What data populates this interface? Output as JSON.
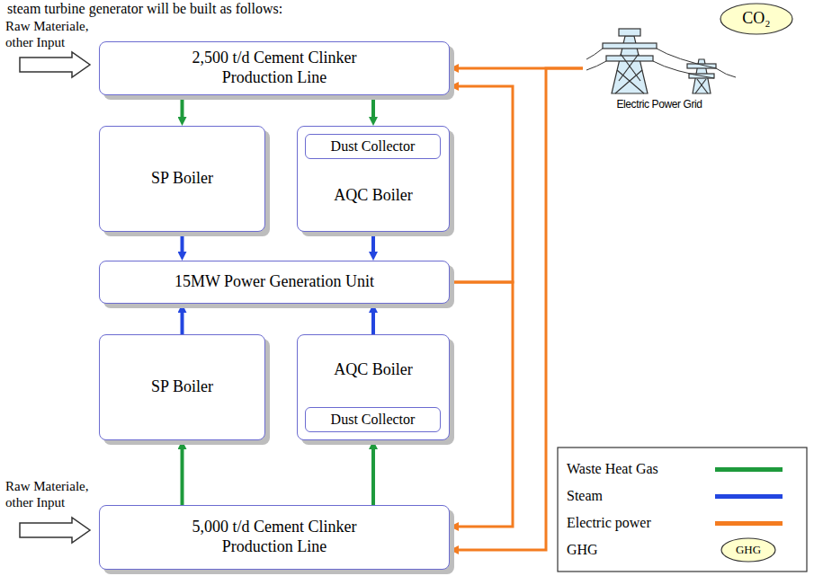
{
  "diagram": {
    "nodes": [
      {
        "text": [
          "2,500 t/d Cement Clinker Production Line"
        ]
      },
      {
        "text": [
          "SP Boiler"
        ]
      },
      {
        "text": [
          "AQC Boiler"
        ]
      },
      {
        "text": [
          "Dust Collector"
        ],
        "in": 2
      },
      {
        "text": [
          "15MW Power Generation Unit"
        ]
      },
      {
        "text": [
          "SP Boiler"
        ]
      },
      {
        "text": [
          "AQC Boiler"
        ]
      },
      {
        "text": [
          "Dust Collector"
        ],
        "in": 6
      },
      {
        "text": [
          "5,000 t/d Cement Clinker Production Line"
        ]
      },
      {
        "text": [
          "Electric Power Grid"
        ]
      },
      {
        "text": [
          "CO₂"
        ]
      }
    ],
    "edges": [
      {
        "from": 0,
        "to": 1,
        "arrow": "to"
      },
      {
        "from": 0,
        "to": 2,
        "arrow": "to"
      },
      {
        "from": 1,
        "to": 4,
        "arrow": "to"
      },
      {
        "from": 2,
        "to": 4,
        "arrow": "to"
      },
      {
        "from": 5,
        "to": 4,
        "arrow": "to"
      },
      {
        "from": 6,
        "to": 4,
        "arrow": "to"
      },
      {
        "from": 8,
        "to": 5,
        "arrow": "to"
      },
      {
        "from": 8,
        "to": 6,
        "arrow": "to"
      },
      {
        "from": 9,
        "to": 0,
        "arrow": "to"
      },
      {
        "from": 9,
        "to": 8,
        "arrow": "to"
      },
      {
        "from": 4,
        "to": 0,
        "arrow": "to"
      },
      {
        "from": 4,
        "to": 8,
        "arrow": "to"
      }
    ],
    "labels": [
      "steam turbine generator will be built as follows:",
      "Raw Materiale, other Input",
      "Raw Materiale, other Input",
      "GHG"
    ],
    "legend": [
      {
        "text": "Waste Heat Gas",
        "color": "#1e9a3c"
      },
      {
        "text": "Steam",
        "color": "#2346e0"
      },
      {
        "text": "Electric power",
        "color": "#f47c20"
      },
      {
        "text": "GHG"
      }
    ]
  }
}
